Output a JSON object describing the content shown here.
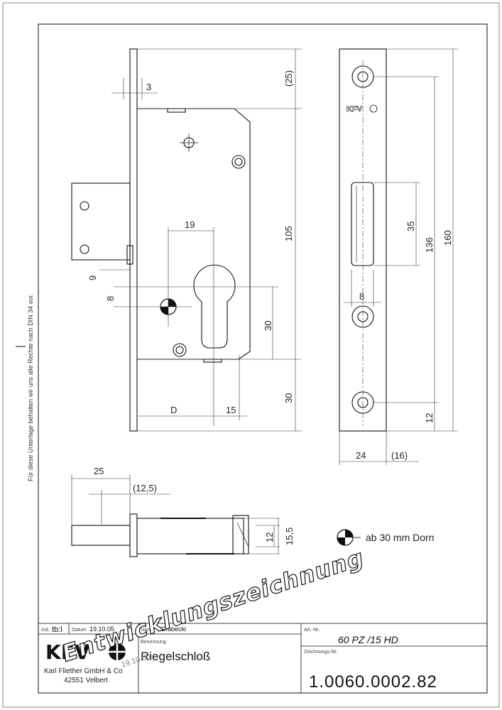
{
  "sheet": {
    "side_note": "Für diese Unterlage behalten wir uns alle Rechte nach DIN 34 vor.",
    "watermark": "Entwicklungszeichnung",
    "center_mark_note": "ab 30 mm Dorn"
  },
  "dimensions": {
    "backset_3": "3",
    "top_25": "(25)",
    "height_105": "105",
    "bottom_30": "30",
    "offset_19": "19",
    "offset_9": "9",
    "offset_8": "8",
    "cyl_30": "30",
    "backset_D": "D",
    "offset_15": "15",
    "slot_35": "35",
    "holes_136": "136",
    "plate_160": "160",
    "bolt_w_8": "8",
    "edge_12": "12",
    "plate_w_24": "24",
    "plate_t_16": "(16)",
    "throw_25": "25",
    "throw_12_5": "(12,5)",
    "h_12": "12",
    "h_15_5": "15,5"
  },
  "plate_logo": "KFV",
  "title_block": {
    "ind_label": "Ind.",
    "ind_value": "tb:l",
    "date_label": "Datum",
    "date_value": "19.10.05",
    "name_label": "Name",
    "name_value": "Grabecki",
    "designation_label": "Benennung",
    "designation_value": "Riegelschloß",
    "article_label": "Art.-Nr.",
    "article_value": "60 PZ /15 HD",
    "drawing_no_label": "Zeichnungs-Nr.",
    "drawing_no_value": "1.0060.0002.82",
    "company_logo": "KFV",
    "company_name": "Karl Fliether GmbH & Co",
    "company_city": "42551 Velbert",
    "stamp_text": "19.10.05"
  }
}
